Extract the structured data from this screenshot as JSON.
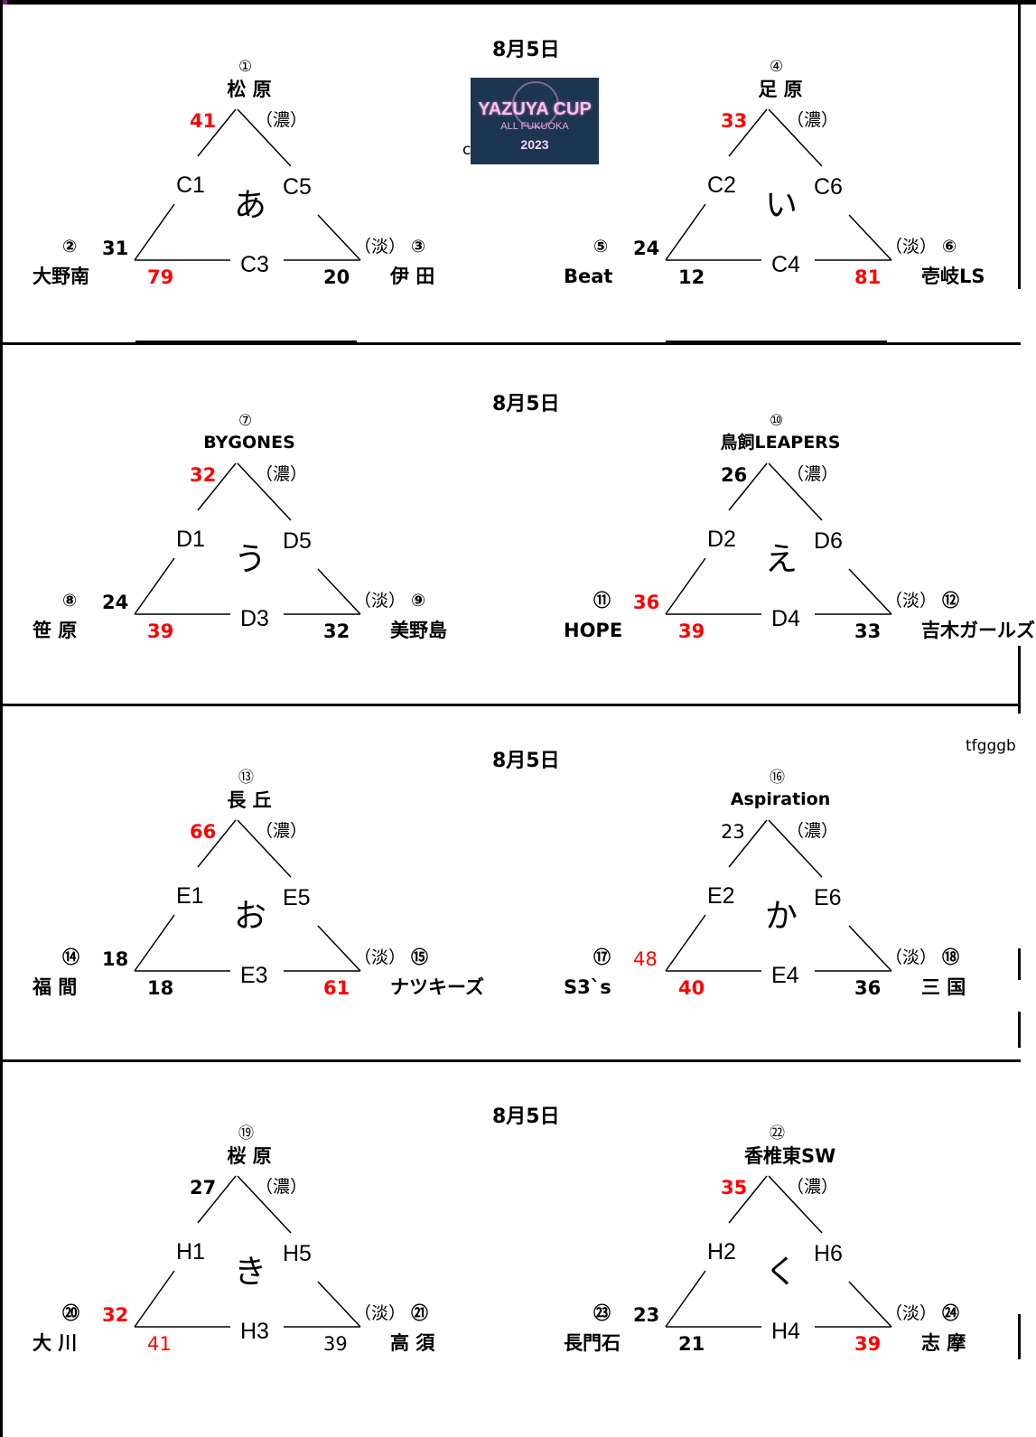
{
  "stray_text": {
    "small_c": "c",
    "tfgggb": "tfgggb"
  },
  "logo": {
    "line1": "YAZUYA CUP",
    "line2": "ALL FUKUOKA",
    "line3": "2023"
  },
  "sections": [
    {
      "date": "8月5日",
      "groups": [
        {
          "kana": "あ",
          "top": {
            "circ": "①",
            "name": "松 原",
            "score": "41",
            "score_color": "red",
            "paren": "（濃）"
          },
          "left": {
            "circ": "②",
            "name": "大野南",
            "score": "31",
            "score_color": "black"
          },
          "right": {
            "circ": "③",
            "name": "伊 田",
            "paren": "（淡）"
          },
          "codes": {
            "left_edge": "C1",
            "right_edge": "C5",
            "bottom_edge": "C3"
          },
          "bottom_scores": [
            {
              "value": "79",
              "color": "red"
            },
            {
              "value": "20",
              "color": "black"
            }
          ]
        },
        {
          "kana": "い",
          "top": {
            "circ": "④",
            "name": "足 原",
            "score": "33",
            "score_color": "red",
            "paren": "（濃）"
          },
          "left": {
            "circ": "⑤",
            "name": "Beat",
            "score": "24",
            "score_color": "black"
          },
          "right": {
            "circ": "⑥",
            "name": "壱岐LS",
            "paren": "（淡）"
          },
          "codes": {
            "left_edge": "C2",
            "right_edge": "C6",
            "bottom_edge": "C4"
          },
          "bottom_scores": [
            {
              "value": "12",
              "color": "black"
            },
            {
              "value": "81",
              "color": "red"
            }
          ]
        }
      ]
    },
    {
      "date": "8月5日",
      "groups": [
        {
          "kana": "う",
          "top": {
            "circ": "⑦",
            "name": "BYGONES",
            "score": "32",
            "score_color": "red",
            "paren": "（濃）"
          },
          "left": {
            "circ": "⑧",
            "name": "笹 原",
            "score": "24",
            "score_color": "black"
          },
          "right": {
            "circ": "⑨",
            "name": "美野島",
            "paren": "（淡）"
          },
          "codes": {
            "left_edge": "D1",
            "right_edge": "D5",
            "bottom_edge": "D3"
          },
          "bottom_scores": [
            {
              "value": "39",
              "color": "red"
            },
            {
              "value": "32",
              "color": "black"
            }
          ]
        },
        {
          "kana": "え",
          "top": {
            "circ": "⑩",
            "name": "鳥飼LEAPERS",
            "score": "26",
            "score_color": "black",
            "paren": "（濃）"
          },
          "left": {
            "circ": "⑪",
            "name": "HOPE",
            "score": "36",
            "score_color": "red"
          },
          "right": {
            "circ": "⑫",
            "name": "吉木ガールズ",
            "paren": "（淡）"
          },
          "codes": {
            "left_edge": "D2",
            "right_edge": "D6",
            "bottom_edge": "D4"
          },
          "bottom_scores": [
            {
              "value": "39",
              "color": "red"
            },
            {
              "value": "33",
              "color": "black"
            }
          ]
        }
      ]
    },
    {
      "date": "8月5日",
      "groups": [
        {
          "kana": "お",
          "top": {
            "circ": "⑬",
            "name": "長 丘",
            "score": "66",
            "score_color": "red",
            "paren": "（濃）"
          },
          "left": {
            "circ": "⑭",
            "name": "福 間",
            "score": "18",
            "score_color": "black"
          },
          "right": {
            "circ": "⑮",
            "name": "ナツキーズ",
            "paren": "（淡）"
          },
          "codes": {
            "left_edge": "E1",
            "right_edge": "E5",
            "bottom_edge": "E3"
          },
          "bottom_scores": [
            {
              "value": "18",
              "color": "black"
            },
            {
              "value": "61",
              "color": "red"
            }
          ]
        },
        {
          "kana": "か",
          "top": {
            "circ": "⑯",
            "name": "Aspiration",
            "score": "23",
            "score_color": "plain",
            "paren": "（濃）"
          },
          "left": {
            "circ": "⑰",
            "name": "S3`s",
            "score": "48",
            "score_color": "red-plain"
          },
          "right": {
            "circ": "⑱",
            "name": "三 国",
            "paren": "（淡）"
          },
          "codes": {
            "left_edge": "E2",
            "right_edge": "E6",
            "bottom_edge": "E4"
          },
          "bottom_scores": [
            {
              "value": "40",
              "color": "red"
            },
            {
              "value": "36",
              "color": "black"
            }
          ]
        }
      ]
    },
    {
      "date": "8月5日",
      "groups": [
        {
          "kana": "き",
          "top": {
            "circ": "⑲",
            "name": "桜 原",
            "score": "27",
            "score_color": "black",
            "paren": "（濃）"
          },
          "left": {
            "circ": "⑳",
            "name": "大 川",
            "score": "32",
            "score_color": "red"
          },
          "right": {
            "circ": "㉑",
            "name": "高 須",
            "paren": "（淡）"
          },
          "codes": {
            "left_edge": "H1",
            "right_edge": "H5",
            "bottom_edge": "H3"
          },
          "bottom_scores": [
            {
              "value": "41",
              "color": "red-plain"
            },
            {
              "value": "39",
              "color": "plain"
            }
          ]
        },
        {
          "kana": "く",
          "top": {
            "circ": "㉒",
            "name": "香椎東SW",
            "score": "35",
            "score_color": "red",
            "paren": "（濃）"
          },
          "left": {
            "circ": "㉓",
            "name": "長門石",
            "score": "23",
            "score_color": "black"
          },
          "right": {
            "circ": "㉔",
            "name": "志 摩",
            "paren": "（淡）"
          },
          "codes": {
            "left_edge": "H2",
            "right_edge": "H6",
            "bottom_edge": "H4"
          },
          "bottom_scores": [
            {
              "value": "21",
              "color": "black"
            },
            {
              "value": "39",
              "color": "red"
            }
          ]
        }
      ]
    }
  ]
}
